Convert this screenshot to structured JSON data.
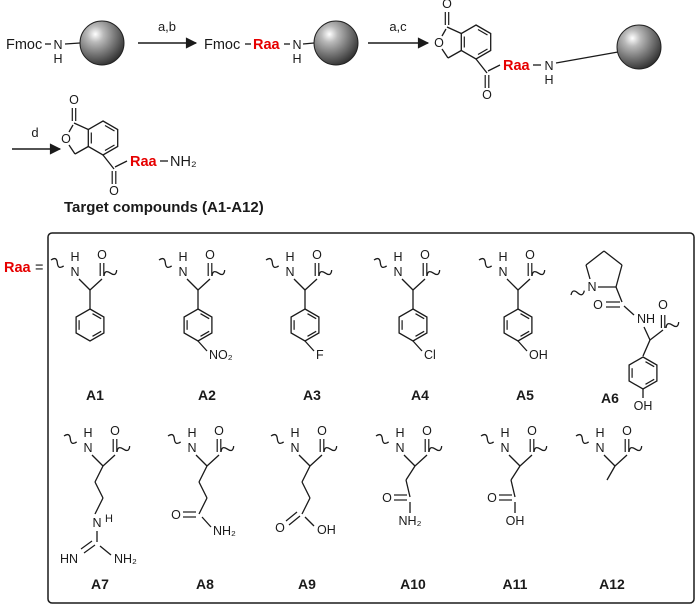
{
  "figure": {
    "caption": "Target compounds (A1-A12)",
    "raa_definition": "Raa",
    "equals": "="
  },
  "scheme": {
    "fmoc": "Fmoc",
    "raa": "Raa",
    "step_ab": "a,b",
    "step_ac": "a,c",
    "step_d": "d",
    "amine": "NH₂"
  },
  "atoms": {
    "N": "N",
    "H": "H",
    "O": "O",
    "OH": "OH",
    "HN": "HN",
    "NH": "NH",
    "NH2": "NH₂",
    "NO2": "NO₂",
    "F": "F",
    "Cl": "Cl"
  },
  "compound_labels": {
    "a1": "A1",
    "a2": "A2",
    "a3": "A3",
    "a4": "A4",
    "a5": "A5",
    "a6": "A6",
    "a7": "A7",
    "a8": "A8",
    "a9": "A9",
    "a10": "A10",
    "a11": "A11",
    "a12": "A12"
  },
  "colors": {
    "raa_red": "#e60000",
    "ink": "#1a1a1a",
    "bead_gray": "#6b6b6b"
  }
}
